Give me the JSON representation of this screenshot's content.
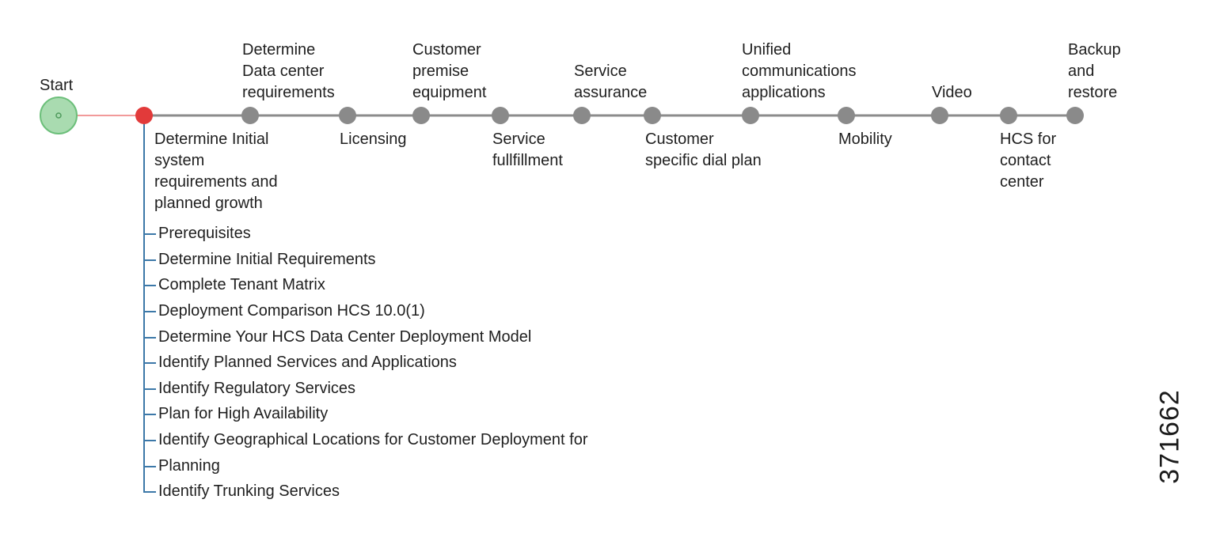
{
  "start": {
    "label": "Start",
    "icon": "start-circle-icon",
    "color": "#a9dbb0",
    "stroke": "#6cbf7a"
  },
  "colors": {
    "timeline": "#8c8c8c",
    "start_connector": "#f29a9a",
    "current_node": "#e23a3a",
    "node": "#8a8a8a",
    "branch": "#3c78a8"
  },
  "milestones_above": [
    {
      "id": "determine-data-center-requirements",
      "label": "Determine\nData center\nrequirements"
    },
    {
      "id": "customer-premise-equipment",
      "label": "Customer\npremise\nequipment"
    },
    {
      "id": "service-assurance",
      "label": "Service\nassurance"
    },
    {
      "id": "unified-communications-applications",
      "label": "Unified\ncommunications\napplications"
    },
    {
      "id": "video",
      "label": "Video"
    },
    {
      "id": "backup-and-restore",
      "label": "Backup\nand\nrestore"
    }
  ],
  "milestones_below": [
    {
      "id": "determine-initial-system-requirements",
      "label": "Determine Initial\nsystem\nrequirements and\nplanned growth"
    },
    {
      "id": "licensing",
      "label": "Licensing"
    },
    {
      "id": "service-fullfillment",
      "label": "Service\nfullfillment"
    },
    {
      "id": "customer-specific-dial-plan",
      "label": "Customer\nspecific dial plan"
    },
    {
      "id": "mobility",
      "label": "Mobility"
    },
    {
      "id": "hcs-for-contact-center",
      "label": "HCS for\ncontact\ncenter"
    }
  ],
  "sub_steps": [
    "Prerequisites",
    "Determine Initial Requirements",
    "Complete Tenant Matrix",
    "Deployment Comparison HCS 10.0(1)",
    "Determine Your HCS Data Center Deployment Model",
    "Identify Planned Services and Applications",
    "Identify Regulatory Services",
    "Plan for High Availability",
    "Identify Geographical Locations for Customer Deployment for",
    "Planning",
    "Identify Trunking Services"
  ],
  "figure_id": "371662"
}
